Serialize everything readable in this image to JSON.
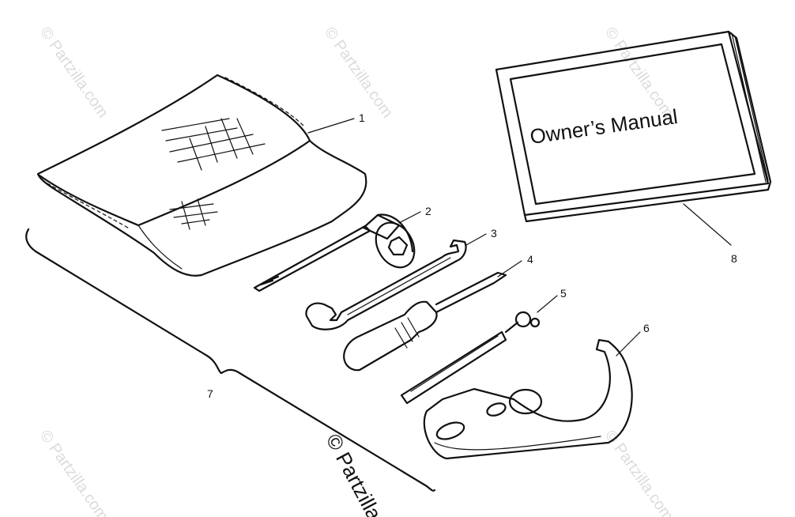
{
  "callouts": [
    {
      "id": "1",
      "label": "1"
    },
    {
      "id": "2",
      "label": "2"
    },
    {
      "id": "3",
      "label": "3"
    },
    {
      "id": "4",
      "label": "4"
    },
    {
      "id": "5",
      "label": "5"
    },
    {
      "id": "6",
      "label": "6"
    },
    {
      "id": "7",
      "label": "7"
    },
    {
      "id": "8",
      "label": "8"
    }
  ],
  "manual": {
    "title": "Owner’s Manual"
  },
  "watermark": {
    "text": "© Partzilla.com",
    "main_text": "© Partzilla.c"
  }
}
